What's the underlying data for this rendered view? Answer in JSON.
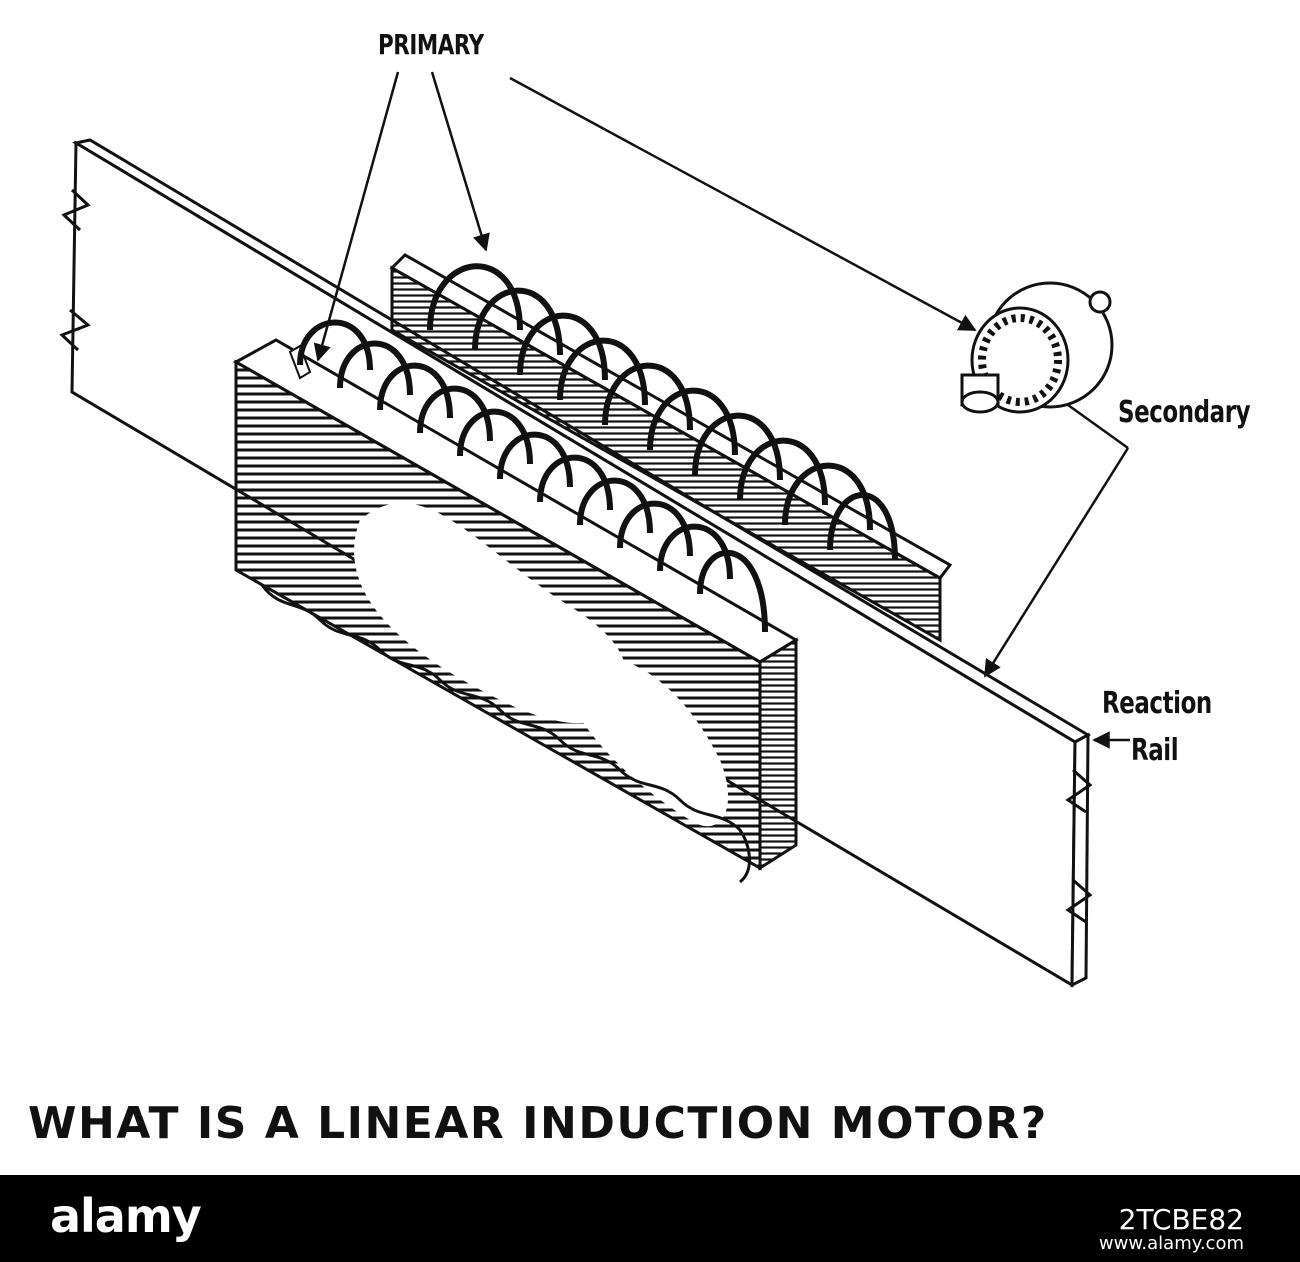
{
  "labels": {
    "primary": "PRIMARY",
    "secondary": "Secondary",
    "reaction": "Reaction",
    "rail": "Rail"
  },
  "caption": "WHAT IS A LINEAR INDUCTION MOTOR?",
  "footer": {
    "logo": "alamy",
    "image_id": "2TCBE82",
    "site": "www.alamy.com"
  },
  "colors": {
    "ink": "#111111",
    "paper": "#ffffff",
    "footer_bg": "#000000"
  }
}
